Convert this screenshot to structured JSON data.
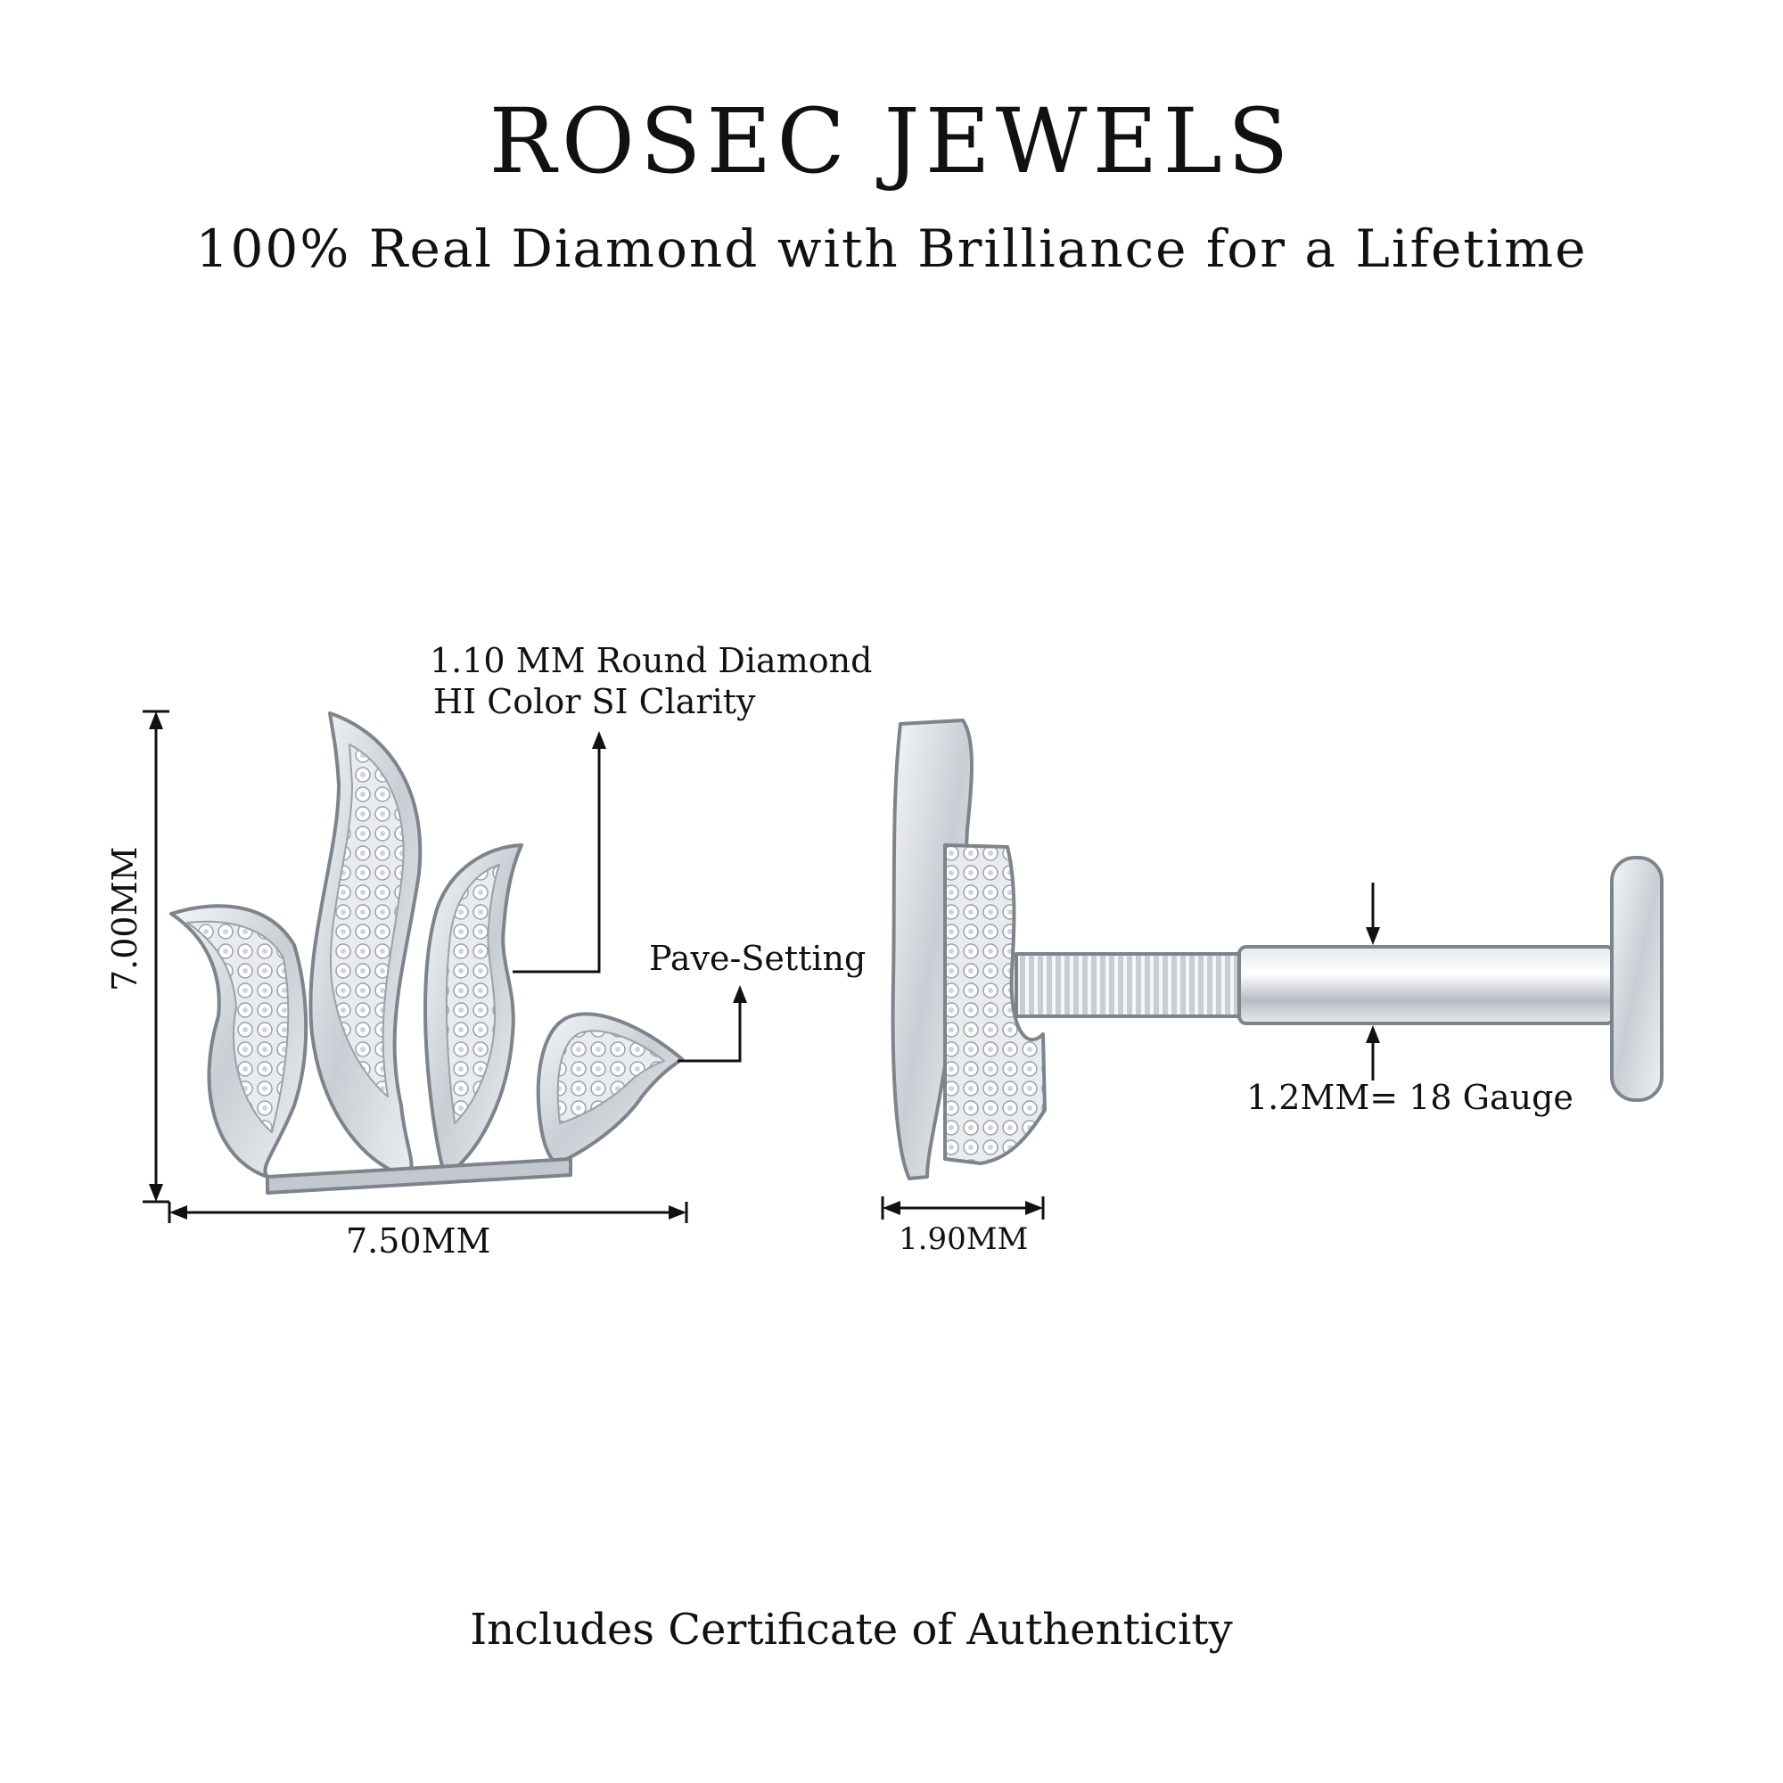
{
  "header": {
    "brand": "ROSEC JEWELS",
    "tagline": "100% Real Diamond with Brilliance for a Lifetime"
  },
  "specs": {
    "stone_line1": "1.10 MM Round Diamond",
    "stone_line2": "HI Color SI Clarity",
    "setting": "Pave-Setting",
    "height": "7.00MM",
    "width": "7.50MM",
    "depth": "1.90MM",
    "gauge": "1.2MM= 18 Gauge"
  },
  "footer": {
    "certificate": "Includes Certificate of Authenticity"
  },
  "colors": {
    "metal": "#d9dde2",
    "metal_dark": "#8a9098",
    "text": "#111111"
  }
}
